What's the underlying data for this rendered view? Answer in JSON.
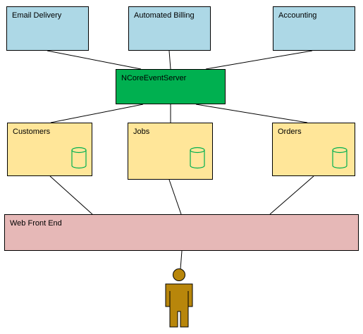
{
  "colors": {
    "service_box": "#add8e6",
    "event_server_box": "#00b050",
    "database_box": "#ffe699",
    "front_end_box": "#e6b8b7",
    "database_icon": "#00b050",
    "user_figure": "#b8860b",
    "connector": "#000000"
  },
  "services": [
    {
      "label": "Email Delivery"
    },
    {
      "label": "Automated Billing"
    },
    {
      "label": "Accounting"
    }
  ],
  "event_server": {
    "label": "NCoreEventServer"
  },
  "databases": [
    {
      "label": "Customers",
      "icon": "database-icon"
    },
    {
      "label": "Jobs",
      "icon": "database-icon"
    },
    {
      "label": "Orders",
      "icon": "database-icon"
    }
  ],
  "front_end": {
    "label": "Web Front End"
  },
  "user": {
    "icon": "user-icon"
  }
}
